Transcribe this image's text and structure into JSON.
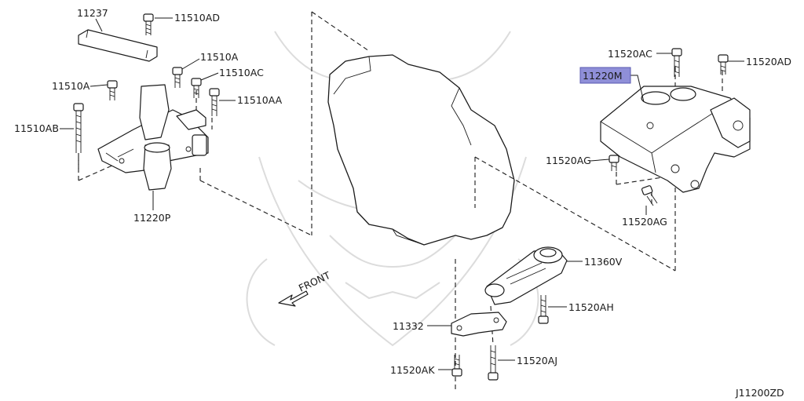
{
  "diagram": {
    "figure_code": "J11200ZD",
    "front_label": "FRONT",
    "highlight_color": "#8f8fd8",
    "parts": [
      {
        "id": "11237",
        "label": "11237"
      },
      {
        "id": "11510AD",
        "label": "11510AD"
      },
      {
        "id": "11510A_upper",
        "label": "11510A"
      },
      {
        "id": "11510AC",
        "label": "11510AC"
      },
      {
        "id": "11510A_left",
        "label": "11510A"
      },
      {
        "id": "11510AA",
        "label": "11510AA"
      },
      {
        "id": "11510AB",
        "label": "11510AB"
      },
      {
        "id": "11220P",
        "label": "11220P"
      },
      {
        "id": "11520AC",
        "label": "11520AC"
      },
      {
        "id": "11520AD",
        "label": "11520AD"
      },
      {
        "id": "11220M",
        "label": "11220M"
      },
      {
        "id": "11520AG_upper",
        "label": "11520AG"
      },
      {
        "id": "11520AG_lower",
        "label": "11520AG"
      },
      {
        "id": "11360V",
        "label": "11360V"
      },
      {
        "id": "11520AH",
        "label": "11520AH"
      },
      {
        "id": "11332",
        "label": "11332"
      },
      {
        "id": "11520AJ",
        "label": "11520AJ"
      },
      {
        "id": "11520AK",
        "label": "11520AK"
      }
    ]
  }
}
